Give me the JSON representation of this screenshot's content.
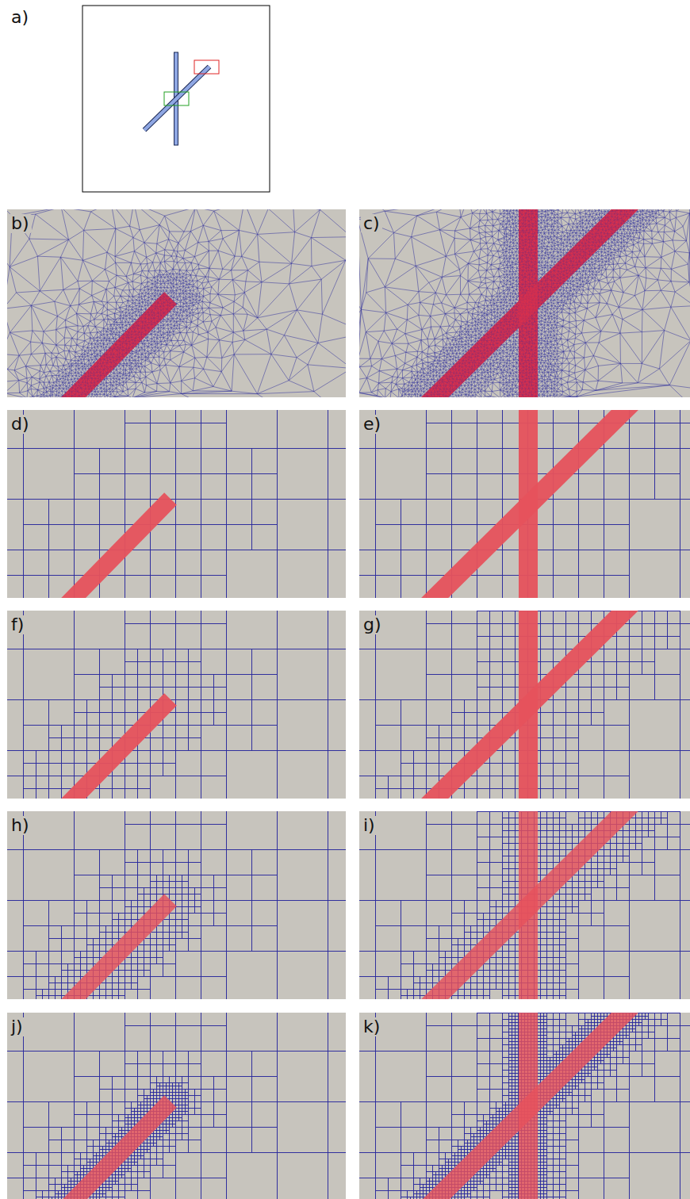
{
  "diagram": {
    "labels": [
      "a)",
      "b)",
      "c)",
      "d)",
      "e)",
      "f)",
      "g)",
      "h)",
      "i)",
      "j)",
      "k)"
    ]
  }
}
